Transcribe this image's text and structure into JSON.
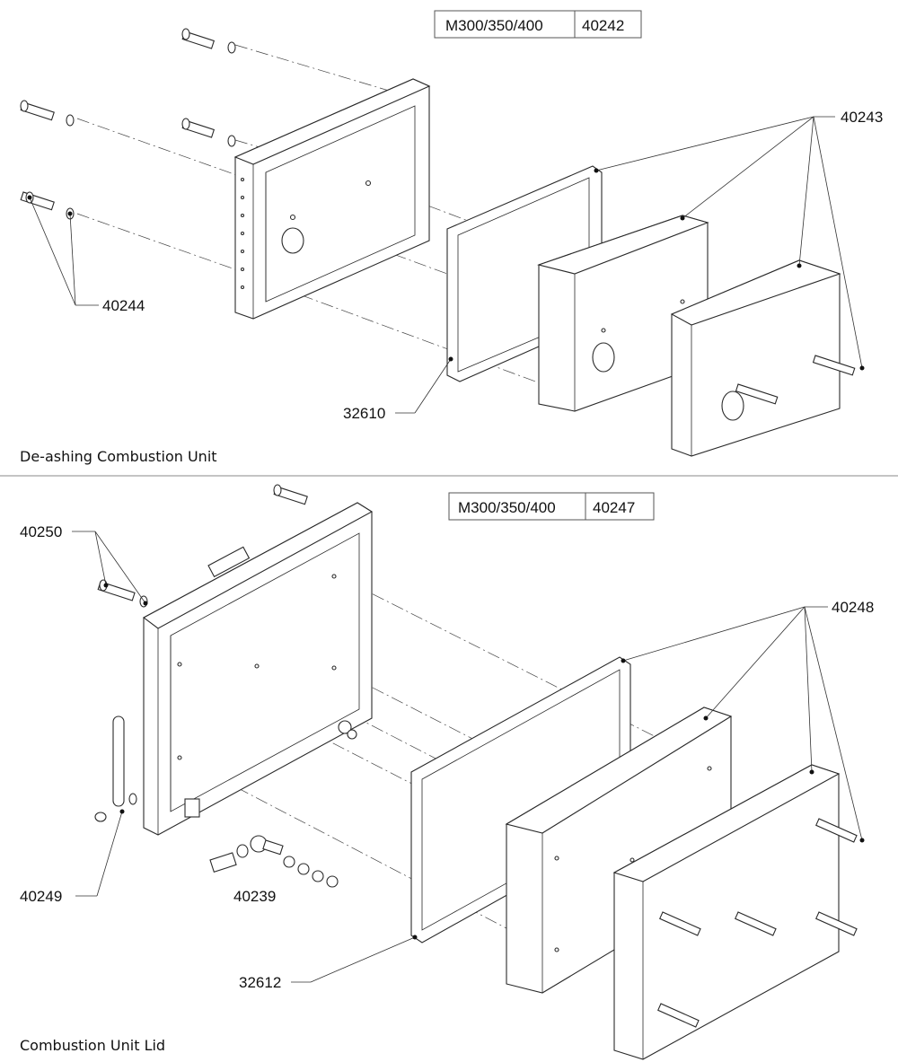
{
  "top_section": {
    "caption": "De-ashing Combustion Unit",
    "table": {
      "model": "M300/350/400",
      "number": "40242"
    },
    "labels": {
      "l40243": "40243",
      "l40244": "40244",
      "l32610": "32610"
    }
  },
  "bottom_section": {
    "caption": "Combustion Unit Lid",
    "table": {
      "model": "M300/350/400",
      "number": "40247"
    },
    "labels": {
      "l40250": "40250",
      "l40248": "40248",
      "l40249": "40249",
      "l40239": "40239",
      "l32612": "32612"
    }
  }
}
